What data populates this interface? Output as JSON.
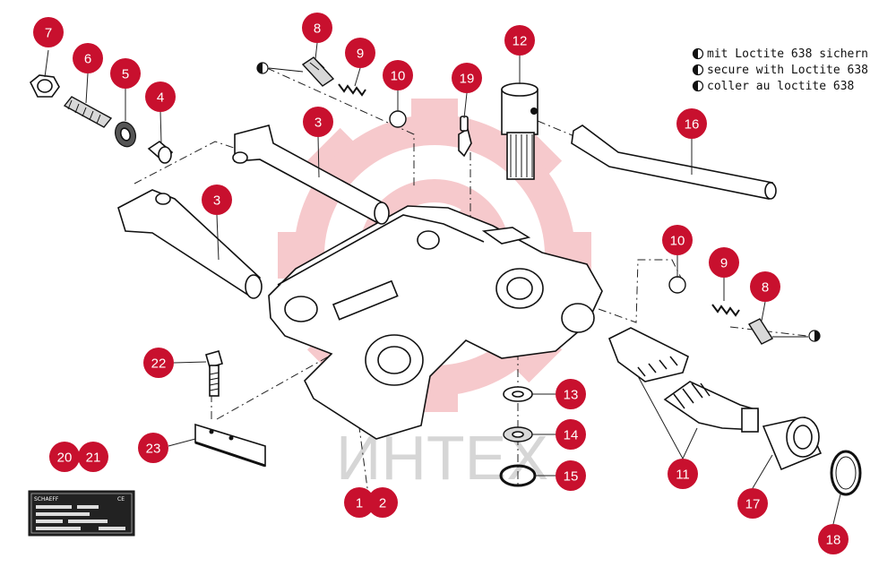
{
  "legend": {
    "lines": [
      "mit Loctite 638 sichern",
      "secure with Loctite 638",
      "coller au loctite 638"
    ]
  },
  "watermark": {
    "text": "ИНТЕХ"
  },
  "type_plate": {
    "brand": "SCHAEFF",
    "mark": "CE"
  },
  "callouts": [
    {
      "label": "7"
    },
    {
      "label": "6"
    },
    {
      "label": "5"
    },
    {
      "label": "4"
    },
    {
      "label": "8"
    },
    {
      "label": "9"
    },
    {
      "label": "10"
    },
    {
      "label": "3"
    },
    {
      "label": "3"
    },
    {
      "label": "19"
    },
    {
      "label": "12"
    },
    {
      "label": "16"
    },
    {
      "label": "10"
    },
    {
      "label": "9"
    },
    {
      "label": "8"
    },
    {
      "label": "22"
    },
    {
      "label": "13"
    },
    {
      "label": "14"
    },
    {
      "label": "15"
    },
    {
      "label": "23"
    },
    {
      "label": "20"
    },
    {
      "label": "21"
    },
    {
      "label": "1"
    },
    {
      "label": "2"
    },
    {
      "label": "11"
    },
    {
      "label": "17"
    },
    {
      "label": "18"
    }
  ],
  "colors": {
    "badge": "#c8102e",
    "watermark_gear": "#f6c9cc",
    "watermark_text": "#d6d6d6"
  }
}
